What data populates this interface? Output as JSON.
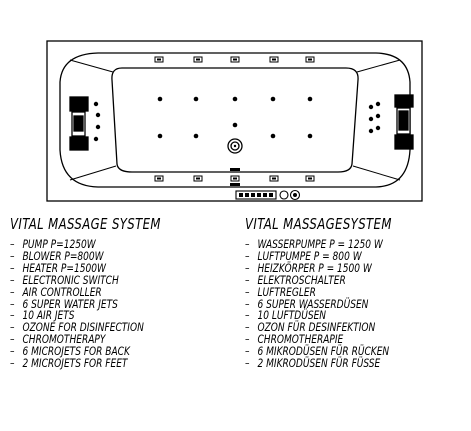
{
  "colors": {
    "line": "#000000",
    "background": "#ffffff"
  },
  "diagram": {
    "type": "bathtub-top-view",
    "features": [
      "jets",
      "headrests",
      "control-panel"
    ]
  },
  "spec_en": {
    "heading": "VITAL MASSAGE SYSTEM",
    "items": [
      "PUMP P=1250W",
      "BLOWER P=800W",
      "HEATER P=1500W",
      "ELECTRONIC SWITCH",
      "AIR CONTROLLER",
      "6 SUPER WATER JETS",
      "10 AIR JETS",
      "OZONE FOR DISINFECTION",
      "CHROMOTHERAPY",
      "6 MICROJETS FOR BACK",
      "2 MICROJETS FOR FEET"
    ]
  },
  "spec_de": {
    "heading": "VITAL MASSAGESYSTEM",
    "items": [
      "WASSERPUMPE P = 1250 W",
      "LUFTPUMPE P = 800 W",
      "HEIZKÖRPER P = 1500 W",
      "ELEKTROSCHALTER",
      "LUFTREGLER",
      "6 SUPER WASSERDÜSEN",
      "10 LUFTDÜSEN",
      "OZON FÜR DESINFEKTION",
      "CHROMOTHERAPIE",
      "6 MIKRODÜSEN FÜR RÜCKEN",
      "2 MIKRODÜSEN FÜR FÜSSE"
    ]
  }
}
